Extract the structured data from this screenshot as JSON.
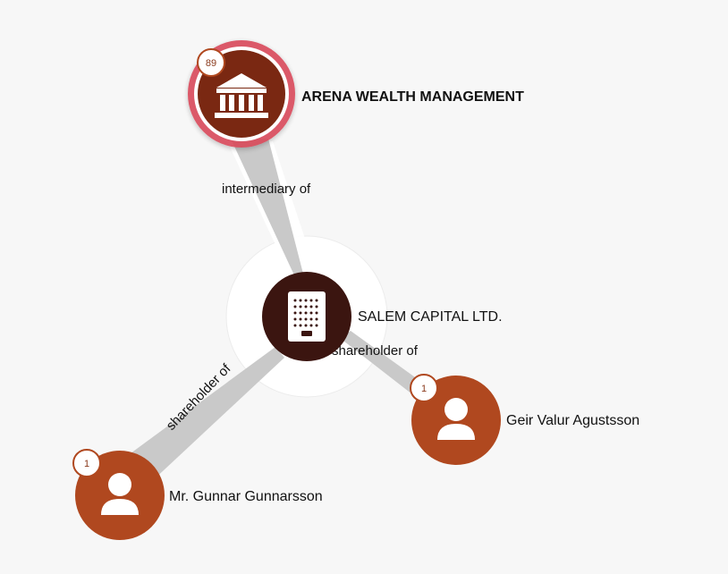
{
  "colors": {
    "background": "#f7f7f7",
    "edge": "#c9c9c9",
    "bank_node": "#7a2812",
    "bank_ring": "#d94a5a",
    "company_node": "#3b1510",
    "person_node": "#b0481f",
    "badge_border": "#b0481f",
    "icon": "#ffffff"
  },
  "nodes": {
    "arena": {
      "label": "ARENA WEALTH MANAGEMENT",
      "badge": "89",
      "icon": "bank-icon"
    },
    "salem": {
      "label": "SALEM CAPITAL LTD.",
      "icon": "office-building-icon"
    },
    "geir": {
      "label": "Geir Valur Agustsson",
      "badge": "1",
      "icon": "person-icon"
    },
    "gunnar": {
      "label": "Mr. Gunnar Gunnarsson",
      "badge": "1",
      "icon": "person-icon"
    }
  },
  "edges": {
    "intermediary": {
      "label": "intermediary of"
    },
    "geir_shareholder": {
      "label": "shareholder of"
    },
    "gunnar_shareholder": {
      "label": "shareholder of"
    }
  }
}
